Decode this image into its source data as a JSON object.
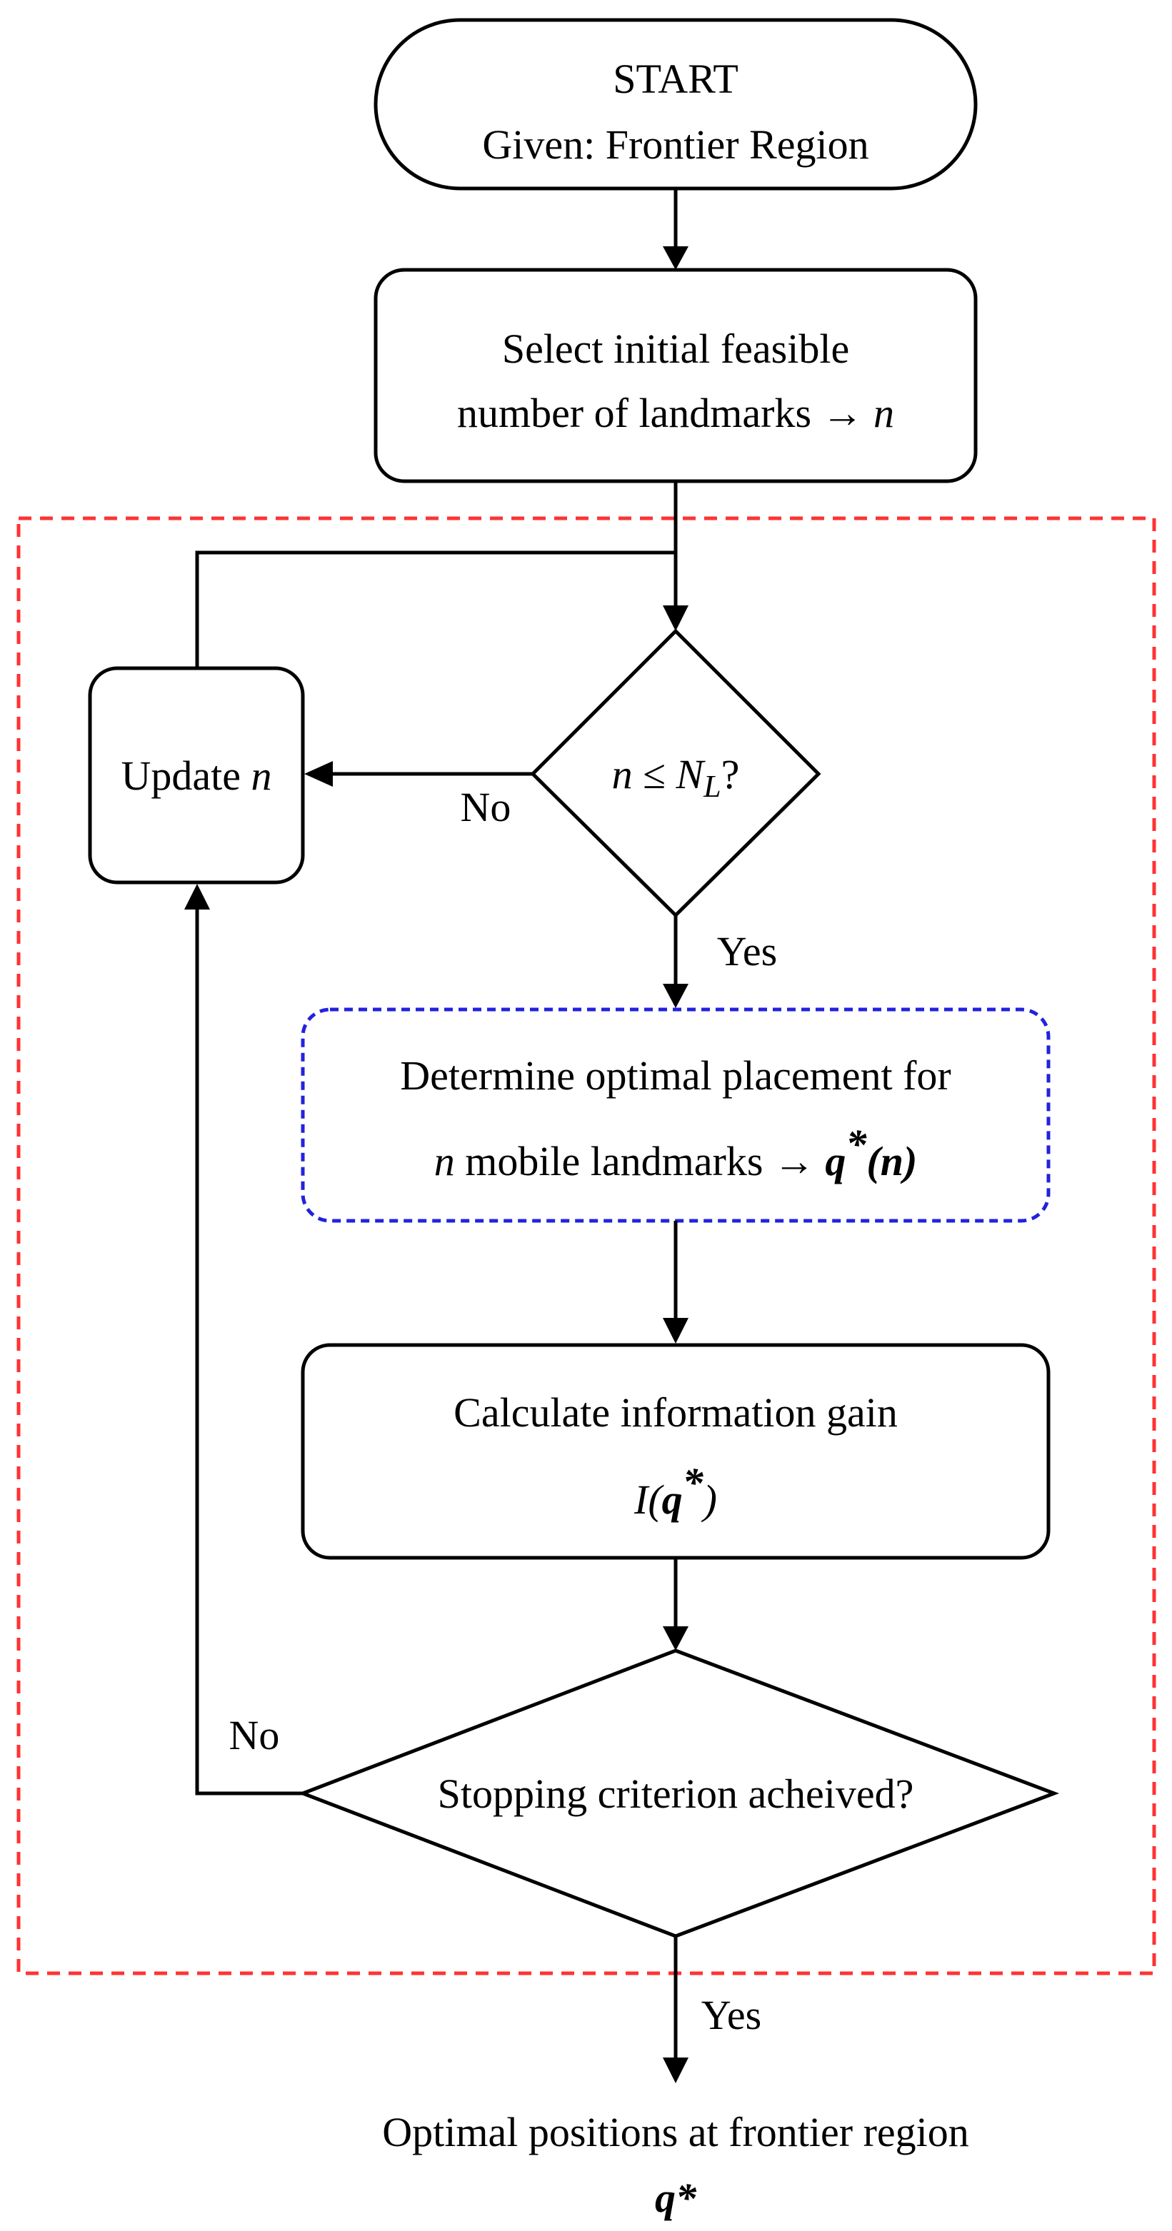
{
  "diagram": {
    "start": {
      "line1": "START",
      "line2": "Given: Frontier Region"
    },
    "init": {
      "line1": "Select initial feasible",
      "line2_text": "number of landmarks → ",
      "line2_var": "n"
    },
    "update": {
      "text": "Update ",
      "var": "n"
    },
    "decision_n": {
      "var_n": "n",
      "op": " ≤ ",
      "var_N": "N",
      "sub": "L",
      "q": "?"
    },
    "placement": {
      "line1": "Determine optimal placement for",
      "line2_var": "n",
      "line2_text": " mobile landmarks → ",
      "line2_q": "q",
      "line2_star": "*",
      "line2_arg": "(n)"
    },
    "gain": {
      "line1": "Calculate information gain",
      "I": "I(",
      "q": "q",
      "star": "*",
      "close": ")"
    },
    "stopping": {
      "text": "Stopping criterion acheived?"
    },
    "result": {
      "line1": "Optimal positions at frontier region",
      "line2": "q*"
    },
    "edge_labels": {
      "no_1": "No",
      "yes_1": "Yes",
      "no_2": "No",
      "yes_2": "Yes"
    },
    "colors": {
      "line": "#000000",
      "outer_loop_border": "#ff3333",
      "placement_border": "#2222dd"
    }
  }
}
